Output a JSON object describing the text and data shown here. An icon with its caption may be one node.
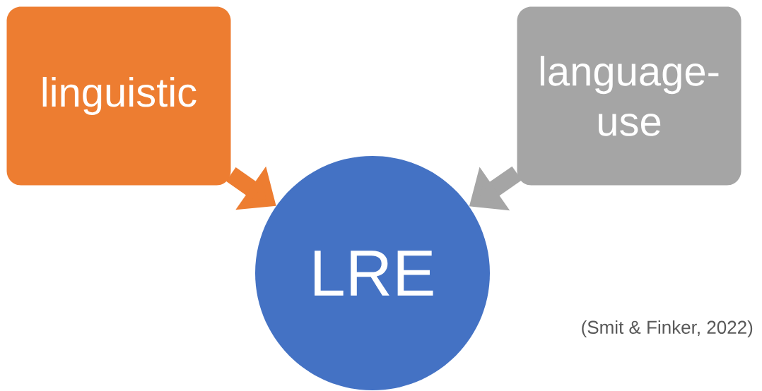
{
  "diagram": {
    "nodes": [
      {
        "text": [
          "linguistic"
        ]
      },
      {
        "text": [
          "language-use"
        ]
      },
      {
        "text": [
          "LRE"
        ]
      }
    ],
    "edges": [
      {
        "from": 0,
        "to": 2,
        "arrow": "to",
        "color": "#ed7d31"
      },
      {
        "from": 1,
        "to": 2,
        "arrow": "to",
        "color": "#a5a5a5"
      }
    ],
    "labels": [
      "(Smit & Finker, 2022)"
    ]
  }
}
